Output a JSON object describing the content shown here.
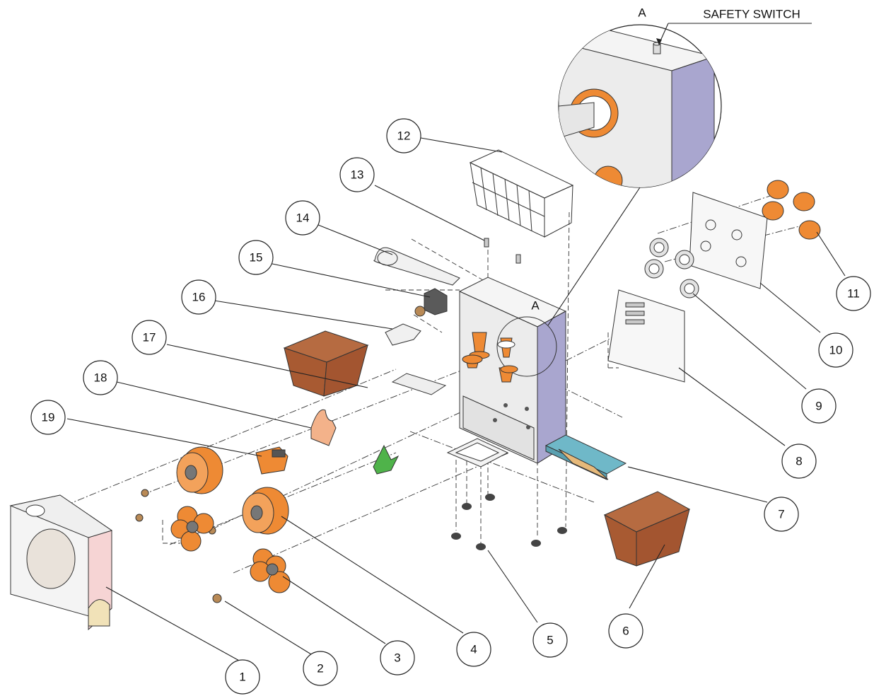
{
  "labels": {
    "detail_letter": "A",
    "detail_letter_small": "A",
    "safety_switch": "SAFETY SWITCH"
  },
  "callouts": [
    "1",
    "2",
    "3",
    "4",
    "5",
    "6",
    "7",
    "8",
    "9",
    "10",
    "11",
    "12",
    "13",
    "14",
    "15",
    "16",
    "17",
    "18",
    "19"
  ],
  "colors": {
    "orange": "#ee8a34",
    "brown": "#a85a32",
    "lavender": "#a9a6cf",
    "pink": "#f6d4d4",
    "teal": "#6fb8c8",
    "green": "#4fb34a",
    "steel": "#e8e8e8"
  }
}
